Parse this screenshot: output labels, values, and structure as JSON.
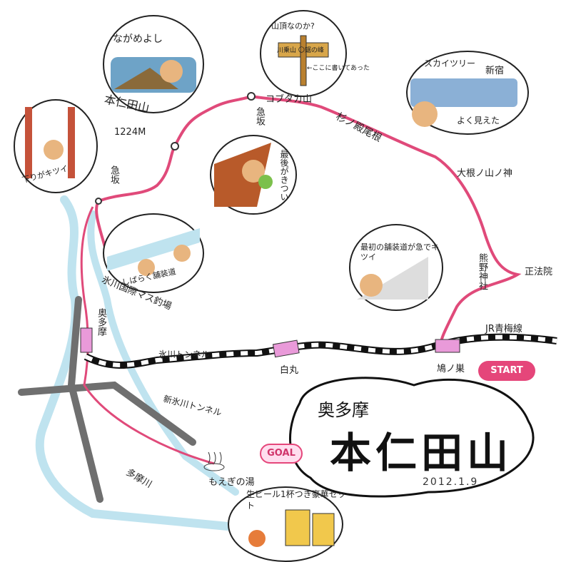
{
  "colors": {
    "route": "#e04a7a",
    "river": "#bfe3ef",
    "road": "#6f6f6f",
    "station": "#e99ad9",
    "accent": "#e5467a"
  },
  "title": {
    "sub": "奥多摩",
    "main": "本仁田山",
    "date": "2012.1.9"
  },
  "markers": {
    "start": "START",
    "goal": "GOAL"
  },
  "places": {
    "summit": "本仁田山",
    "summit_elev": "1224M",
    "kobutaka": "コブタカ山",
    "ohne_shrine": "大根ノ山ノ神",
    "kumano_shrine": "熊野神社",
    "shoho_in": "正法院",
    "sugi_ridge": "杉ノ殿尾根",
    "steep1": "急坂",
    "steep2": "急坂",
    "fishing": "氷川国際マス釣場",
    "moegi": "もえぎの湯",
    "tama_river": "多摩川",
    "hikawa_tunnel": "氷川トンネル",
    "new_hikawa_tunnel": "新氷川トンネル",
    "jr_line": "JR青梅線",
    "okutama_st": "奥多摩",
    "shiromaru_st": "白丸",
    "hatonosu_st": "鳩ノ巣"
  },
  "bubbles": {
    "view": "ながめよし",
    "sign_title": "山頂なのか?",
    "sign_board": "川乗山 〇鋸の峰",
    "sign_note": "←ここに書いてあった",
    "skytree": "スカイツリー",
    "shinjuku": "新宿",
    "seen": "よく見えた",
    "tough_hill": "最後がきつい",
    "tough_tree": "下りがキツイ",
    "paved_note": "しばらく舗装道",
    "first_paved": "最初の舗装道が急でキツイ",
    "beer": "生ビール1杯つき豪華セット"
  }
}
